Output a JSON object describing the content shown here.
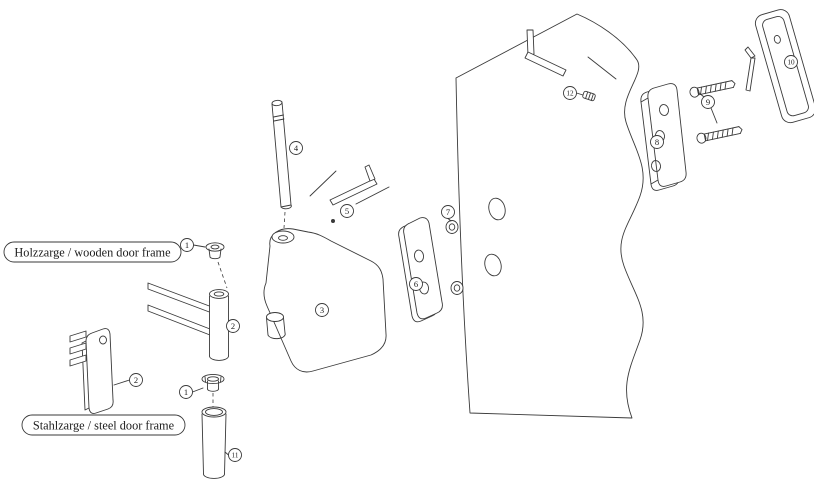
{
  "diagram": {
    "type": "exploded-assembly-drawing",
    "subject": "door hinge mounting parts",
    "frame_labels": {
      "wooden": "Holzzarge / wooden door frame",
      "steel": "Stahlzarge / steel door frame"
    },
    "callouts": {
      "n1": "1",
      "n2": "2",
      "n3": "3",
      "n4": "4",
      "n5": "5",
      "n6": "6",
      "n7": "7",
      "n8": "8",
      "n9": "9",
      "n10": "10",
      "n11": "11",
      "n12": "12"
    },
    "colors": {
      "line": "#3a3a3a",
      "background": "#ffffff"
    }
  }
}
